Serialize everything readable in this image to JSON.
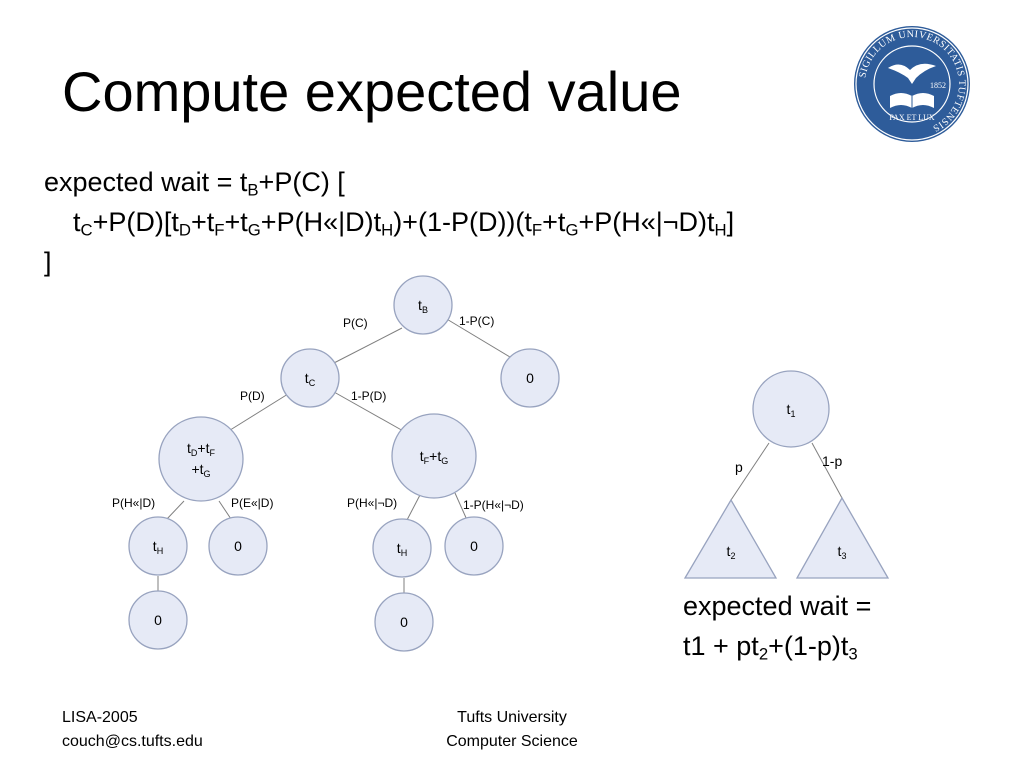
{
  "title": "Compute expected value",
  "main_formula": {
    "line1": [
      {
        "t": "expected wait = t"
      },
      {
        "sub": "B"
      },
      {
        "t": "+P(C) ["
      }
    ],
    "line2": [
      {
        "t": "t"
      },
      {
        "sub": "C"
      },
      {
        "t": "+P(D)[t"
      },
      {
        "sub": "D"
      },
      {
        "t": "+t"
      },
      {
        "sub": "F"
      },
      {
        "t": "+t"
      },
      {
        "sub": "G"
      },
      {
        "t": "+P(H«|D)t"
      },
      {
        "sub": "H"
      },
      {
        "t": ")+(1-P(D))(t"
      },
      {
        "sub": "F"
      },
      {
        "t": "+t"
      },
      {
        "sub": "G"
      },
      {
        "t": "+P(H«|¬D)t"
      },
      {
        "sub": "H"
      },
      {
        "t": "]"
      }
    ],
    "line3": [
      {
        "t": "]"
      }
    ]
  },
  "small_formula": {
    "line1": [
      {
        "t": "expected wait ="
      }
    ],
    "line2": [
      {
        "t": "t1 + pt"
      },
      {
        "sub": "2"
      },
      {
        "t": "+(1-p)t"
      },
      {
        "sub": "3"
      }
    ]
  },
  "tree": {
    "nodes": {
      "tB": {
        "parts": [
          {
            "t": "t"
          },
          {
            "sub": "B"
          }
        ]
      },
      "tC": {
        "parts": [
          {
            "t": "t"
          },
          {
            "sub": "C"
          }
        ]
      },
      "zero_right": {
        "parts": [
          {
            "t": "0"
          }
        ]
      },
      "tDFG": {
        "line1": [
          {
            "t": "t"
          },
          {
            "sub": "D"
          },
          {
            "t": "+t"
          },
          {
            "sub": "F"
          }
        ],
        "line2": [
          {
            "t": "+t"
          },
          {
            "sub": "G"
          }
        ]
      },
      "tFG": {
        "parts": [
          {
            "t": "t"
          },
          {
            "sub": "F"
          },
          {
            "t": "+t"
          },
          {
            "sub": "G"
          }
        ]
      },
      "tH_left": {
        "parts": [
          {
            "t": "t"
          },
          {
            "sub": "H"
          }
        ]
      },
      "zero_left_mid": {
        "parts": [
          {
            "t": "0"
          }
        ]
      },
      "tH_right": {
        "parts": [
          {
            "t": "t"
          },
          {
            "sub": "H"
          }
        ]
      },
      "zero_right_mid": {
        "parts": [
          {
            "t": "0"
          }
        ]
      },
      "zero_left_bottom": {
        "parts": [
          {
            "t": "0"
          }
        ]
      },
      "zero_right_bottom": {
        "parts": [
          {
            "t": "0"
          }
        ]
      }
    },
    "edge_labels": {
      "pC": "P(C)",
      "one_minus_pC": "1-P(C)",
      "pD": "P(D)",
      "one_minus_pD": "1-P(D)",
      "pH_given_D": "P(H«|D)",
      "pE_given_D": "P(E«|D)",
      "pH_given_notD": "P(H«|¬D)",
      "one_minus_pH_given_notD": "1-P(H«|¬D)"
    }
  },
  "small_tree": {
    "root": {
      "parts": [
        {
          "t": "t"
        },
        {
          "sub": "1"
        }
      ]
    },
    "left_leaf": {
      "parts": [
        {
          "t": "t"
        },
        {
          "sub": "2"
        }
      ]
    },
    "right_leaf": {
      "parts": [
        {
          "t": "t"
        },
        {
          "sub": "3"
        }
      ]
    },
    "label_left": "p",
    "label_right": "1-p"
  },
  "footer": {
    "left_line1": "LISA-2005",
    "left_line2": "couch@cs.tufts.edu",
    "center_line1": "Tufts University",
    "center_line2": "Computer Science"
  },
  "seal": {
    "ring_text": "SIGILLUM UNIVERSITATIS TUFTENSIS",
    "motto": "PAX ET LUX",
    "year": "1852",
    "color": "#2e5c9a"
  }
}
